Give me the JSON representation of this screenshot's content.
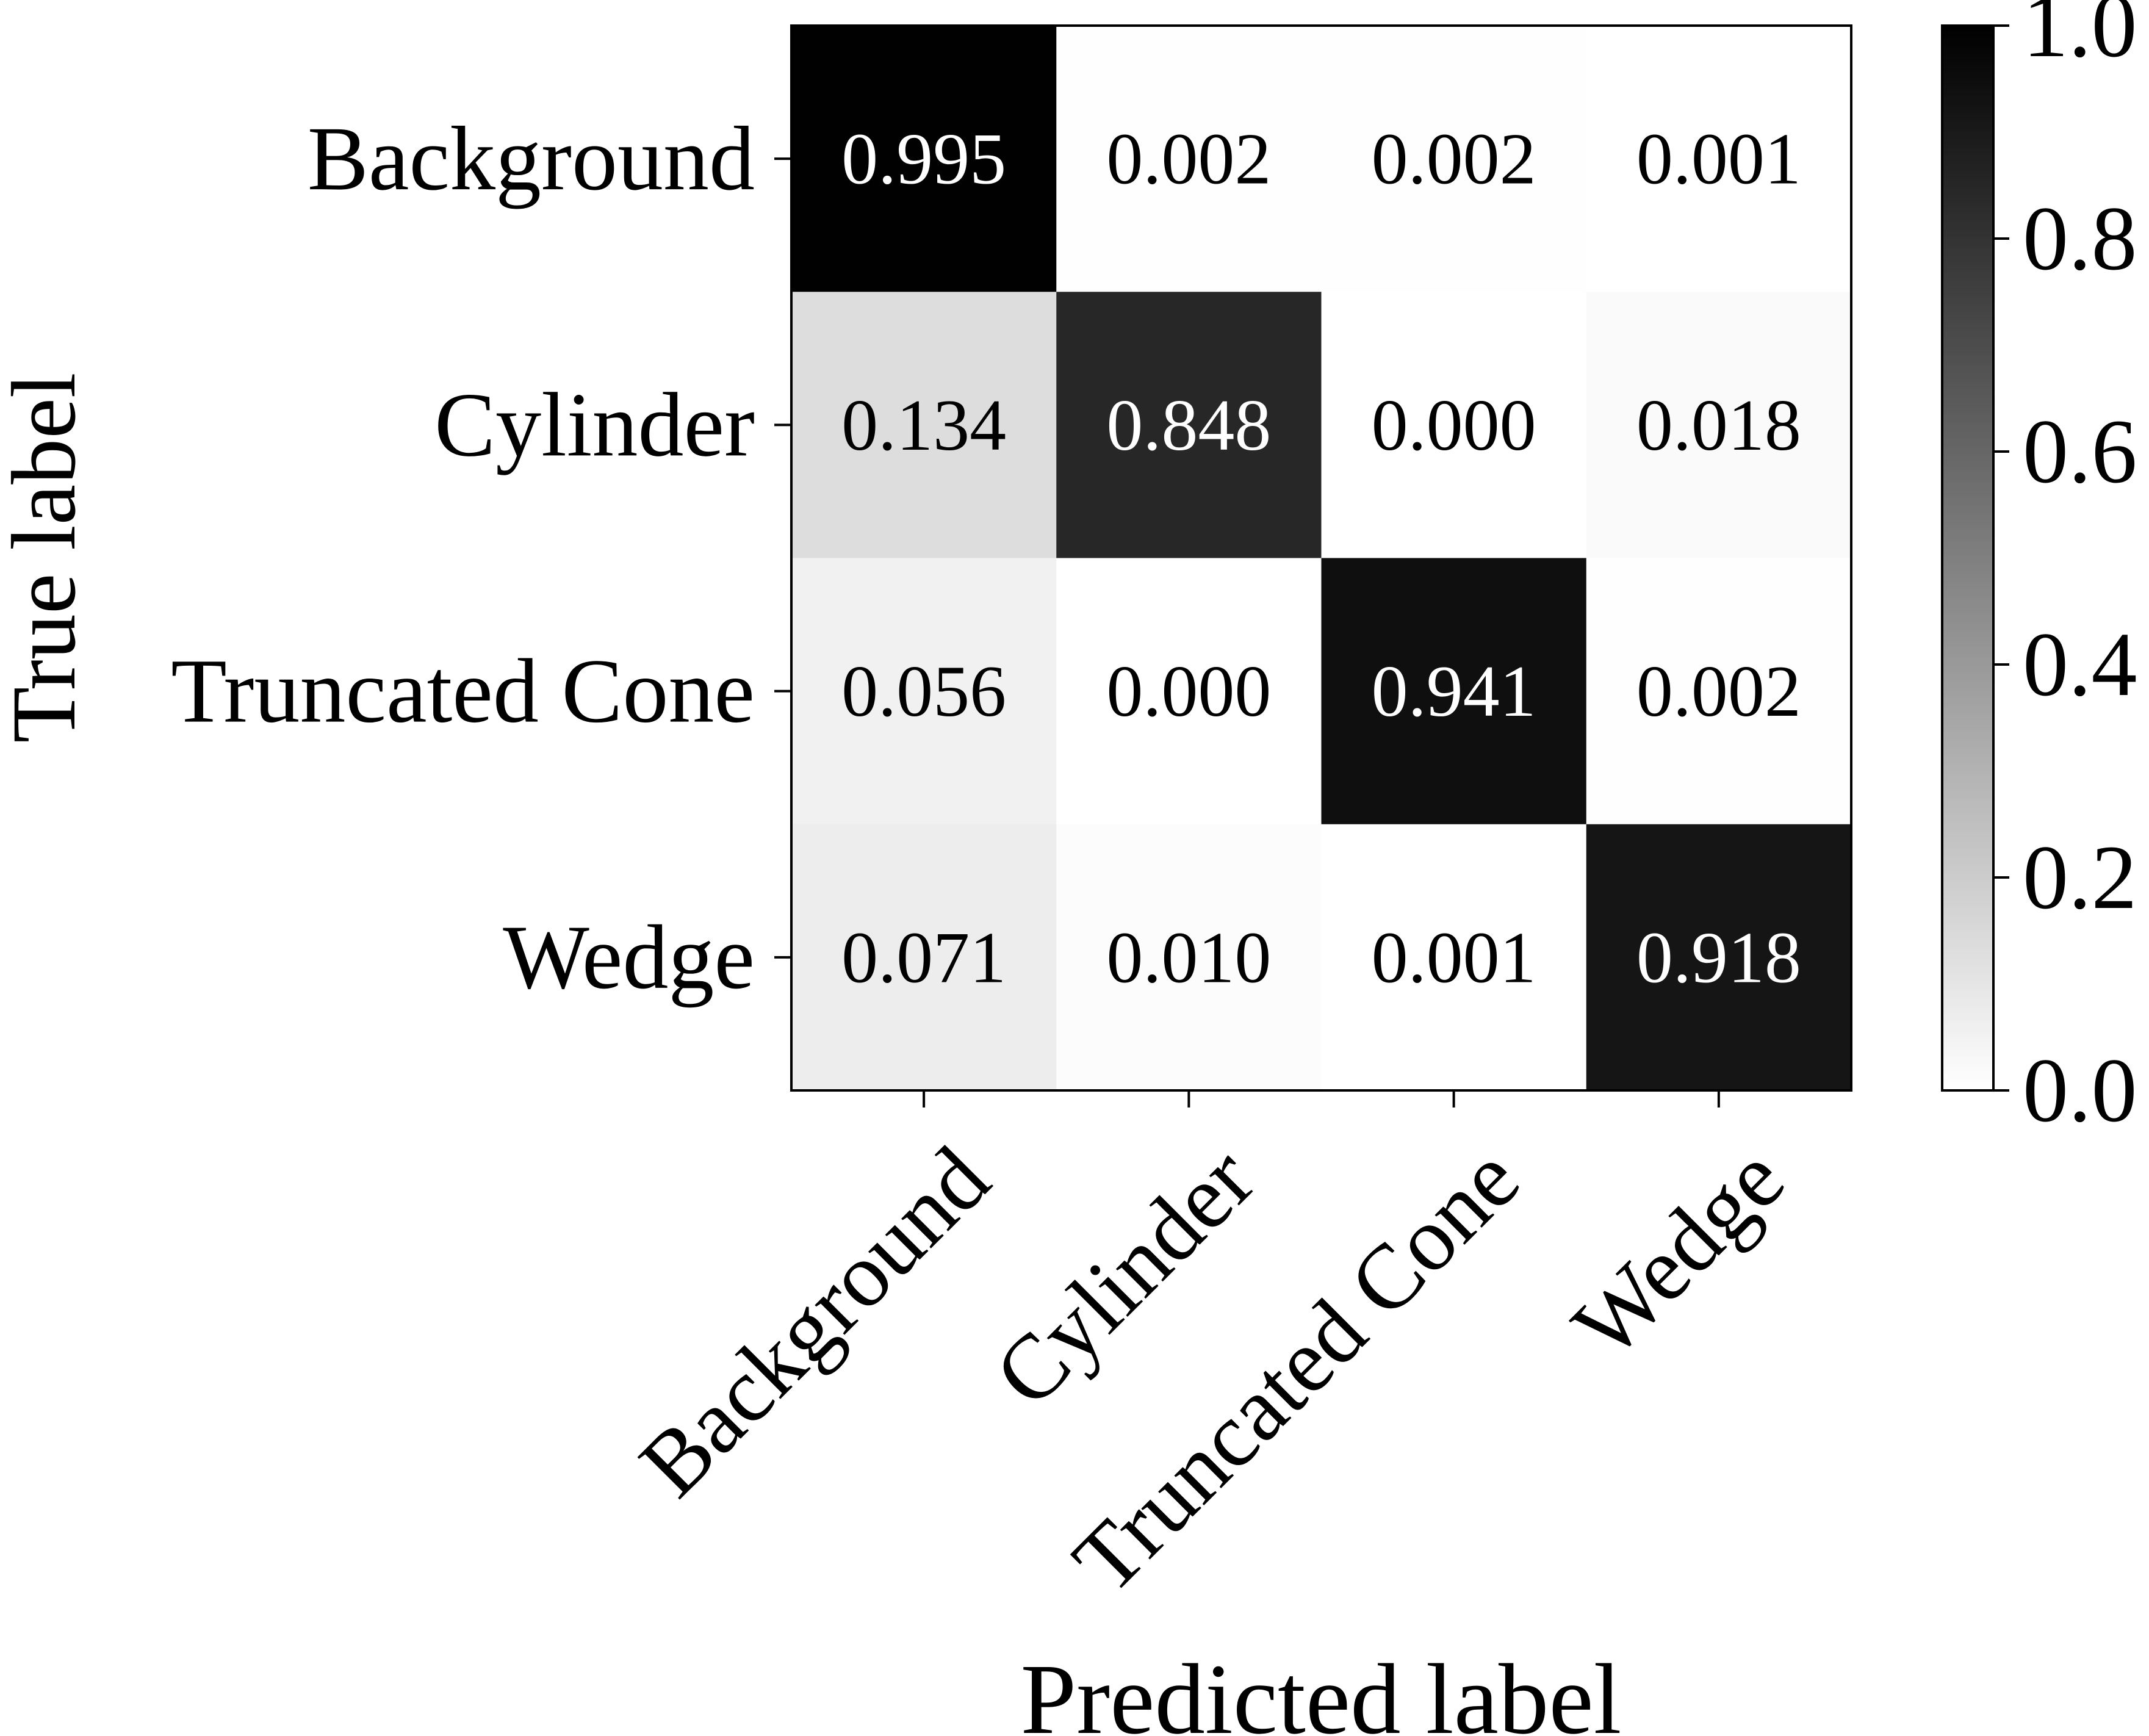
{
  "chart_data": {
    "type": "heatmap",
    "title": "",
    "xlabel": "Predicted label",
    "ylabel": "True label",
    "x_categories": [
      "Background",
      "Cylinder",
      "Truncated Cone",
      "Wedge"
    ],
    "y_categories": [
      "Background",
      "Cylinder",
      "Truncated Cone",
      "Wedge"
    ],
    "values": [
      [
        0.995,
        0.002,
        0.002,
        0.001
      ],
      [
        0.134,
        0.848,
        0.0,
        0.018
      ],
      [
        0.056,
        0.0,
        0.941,
        0.002
      ],
      [
        0.071,
        0.01,
        0.001,
        0.918
      ]
    ],
    "cell_labels": [
      [
        "0.995",
        "0.002",
        "0.002",
        "0.001"
      ],
      [
        "0.134",
        "0.848",
        "0.000",
        "0.018"
      ],
      [
        "0.056",
        "0.000",
        "0.941",
        "0.002"
      ],
      [
        "0.071",
        "0.010",
        "0.001",
        "0.918"
      ]
    ],
    "colormap": "Greys",
    "colorbar": {
      "range": [
        0.0,
        1.0
      ],
      "ticks": [
        0.0,
        0.2,
        0.4,
        0.6,
        0.8,
        1.0
      ],
      "tick_labels": [
        "0.0",
        "0.2",
        "0.4",
        "0.6",
        "0.8",
        "1.0"
      ]
    },
    "colors": {
      "low": "#ffffff",
      "high": "#000000",
      "text_dark": "#000000",
      "text_light": "#ffffff"
    }
  }
}
